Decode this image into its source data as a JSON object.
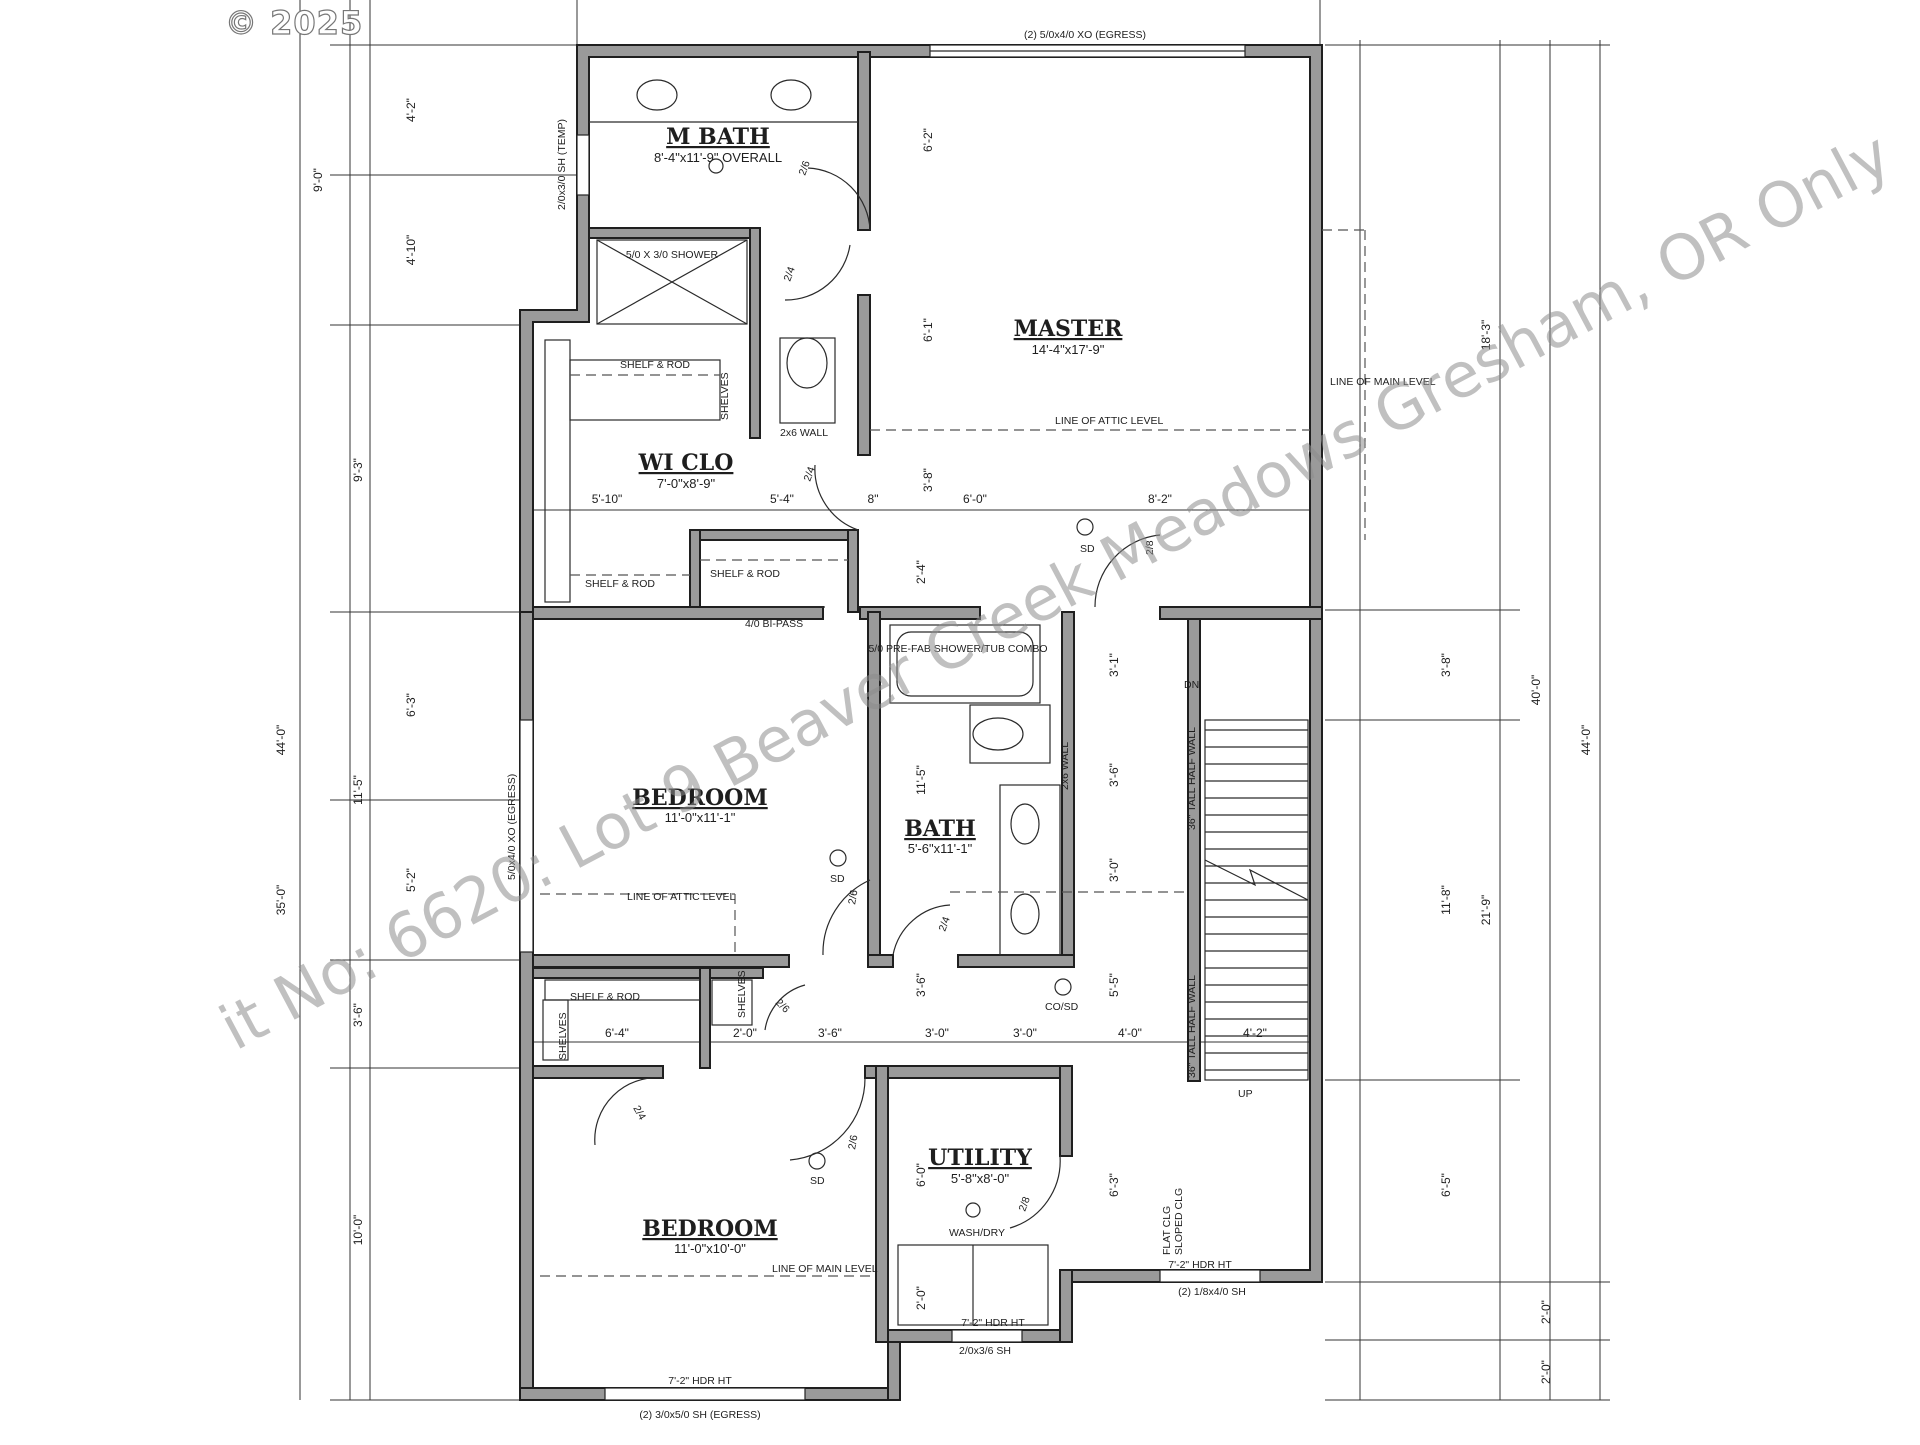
{
  "copyright": "© 2025",
  "watermark": "it No: 6620: Lot 9 Beaver Creek Meadows  Gresham, OR Only",
  "rooms": {
    "m_bath": {
      "name": "M BATH",
      "dims": "8'-4\"x11'-9\" OVERALL"
    },
    "master": {
      "name": "MASTER",
      "dims": "14'-4\"x17'-9\""
    },
    "wi_clo": {
      "name": "WI CLO",
      "dims": "7'-0\"x8'-9\""
    },
    "bedroom1": {
      "name": "BEDROOM",
      "dims": "11'-0\"x11'-1\""
    },
    "bath": {
      "name": "BATH",
      "dims": "5'-6\"x11'-1\""
    },
    "utility": {
      "name": "UTILITY",
      "dims": "5'-8\"x8'-0\""
    },
    "bedroom2": {
      "name": "BEDROOM",
      "dims": "11'-0\"x10'-0\""
    }
  },
  "notes": {
    "window_top": "(2) 5/0x4/0 XO (EGRESS)",
    "window_mbath": "2/0x3/0 SH (TEMP)",
    "window_bed1": "5/0x4/0 XO (EGRESS)",
    "window_bottom": "(2) 3/0x5/0 SH (EGRESS)",
    "window_utility": "2/0x3/6 SH",
    "window_right": "(2) 1/8x4/0 SH",
    "shower": "5/0 X 3/0 SHOWER",
    "tub": "5/0 PRE-FAB SHOWER/TUB COMBO",
    "shelf_rod": "SHELF & ROD",
    "shelves": "SHELVES",
    "wall_2x6": "2x6 WALL",
    "bipass": "4/0 BI-PASS",
    "attic_master": "LINE OF ATTIC LEVEL",
    "attic_bed": "LINE OF ATTIC LEVEL",
    "main_right": "LINE OF MAIN LEVEL",
    "main_bed2": "LINE OF MAIN LEVEL",
    "sd": "SD",
    "cosd": "CO/SD",
    "dn": "DN",
    "up": "UP",
    "half_wall": "36\" TALL HALF WALL",
    "hdr": "7'-2\" HDR HT",
    "wash_dry": "WASH/DRY",
    "flat_clg": "FLAT CLG",
    "sloped_clg": "SLOPED CLG"
  },
  "door_labels": [
    "2/6",
    "2/4",
    "2/4",
    "2/8",
    "2/6",
    "2/4",
    "2/6",
    "2/4",
    "2/6",
    "2/8"
  ],
  "dims": {
    "left": [
      "44'-0\"",
      "9'-0\"",
      "35'-0\"",
      "4'-2\"",
      "4'-10\"",
      "9'-3\"",
      "11'-5\"",
      "6'-3\"",
      "5'-2\"",
      "3'-6\"",
      "10'-0\""
    ],
    "right": [
      "44'-0\"",
      "40'-0\"",
      "18'-3\"",
      "21'-9\"",
      "3'-8\"",
      "11'-8\"",
      "6'-5\"",
      "2'-0\"",
      "2'-0\""
    ],
    "interior": [
      "6'-2\"",
      "6'-1\"",
      "3'-8\"",
      "2'-4\"",
      "5'-10\"",
      "5'-4\"",
      "8\"",
      "6'-0\"",
      "8'-2\"",
      "3'-1\"",
      "3'-6\"",
      "3'-0\"",
      "5'-5\"",
      "4'-0\"",
      "4'-2\"",
      "11'-5\"",
      "3'-6\"",
      "6'-4\"",
      "2'-0\"",
      "3'-6\"",
      "3'-0\"",
      "3'-0\"",
      "6'-3\"",
      "6'-0\"",
      "2'-0\""
    ]
  }
}
